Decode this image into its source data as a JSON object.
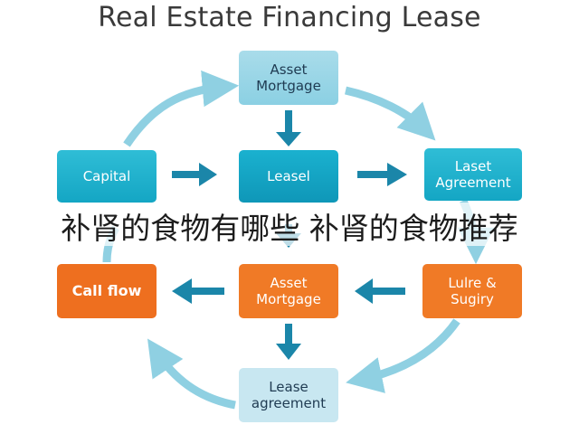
{
  "title": "Real Estate Financing Lease",
  "nodes": {
    "asset_mortgage_top": "Asset\nMortgage",
    "capital": "Capital",
    "lease_center": "Leasel",
    "lease_agreement_right": "Laset\nAgreement",
    "call_flow": "Call flow",
    "asset_mortgage_mid": "Asset\nMortgage",
    "lure_sugiry": "Lulre &\nSugiry",
    "lease_agreement_bottom": "Lease\nagreement"
  },
  "overlay_caption": "补肾的食物有哪些 补肾的食物推荐",
  "colors": {
    "teal": "#17aac8",
    "orange": "#f07a26",
    "arc": "#8fd0e2",
    "arrow": "#1b86a9"
  }
}
